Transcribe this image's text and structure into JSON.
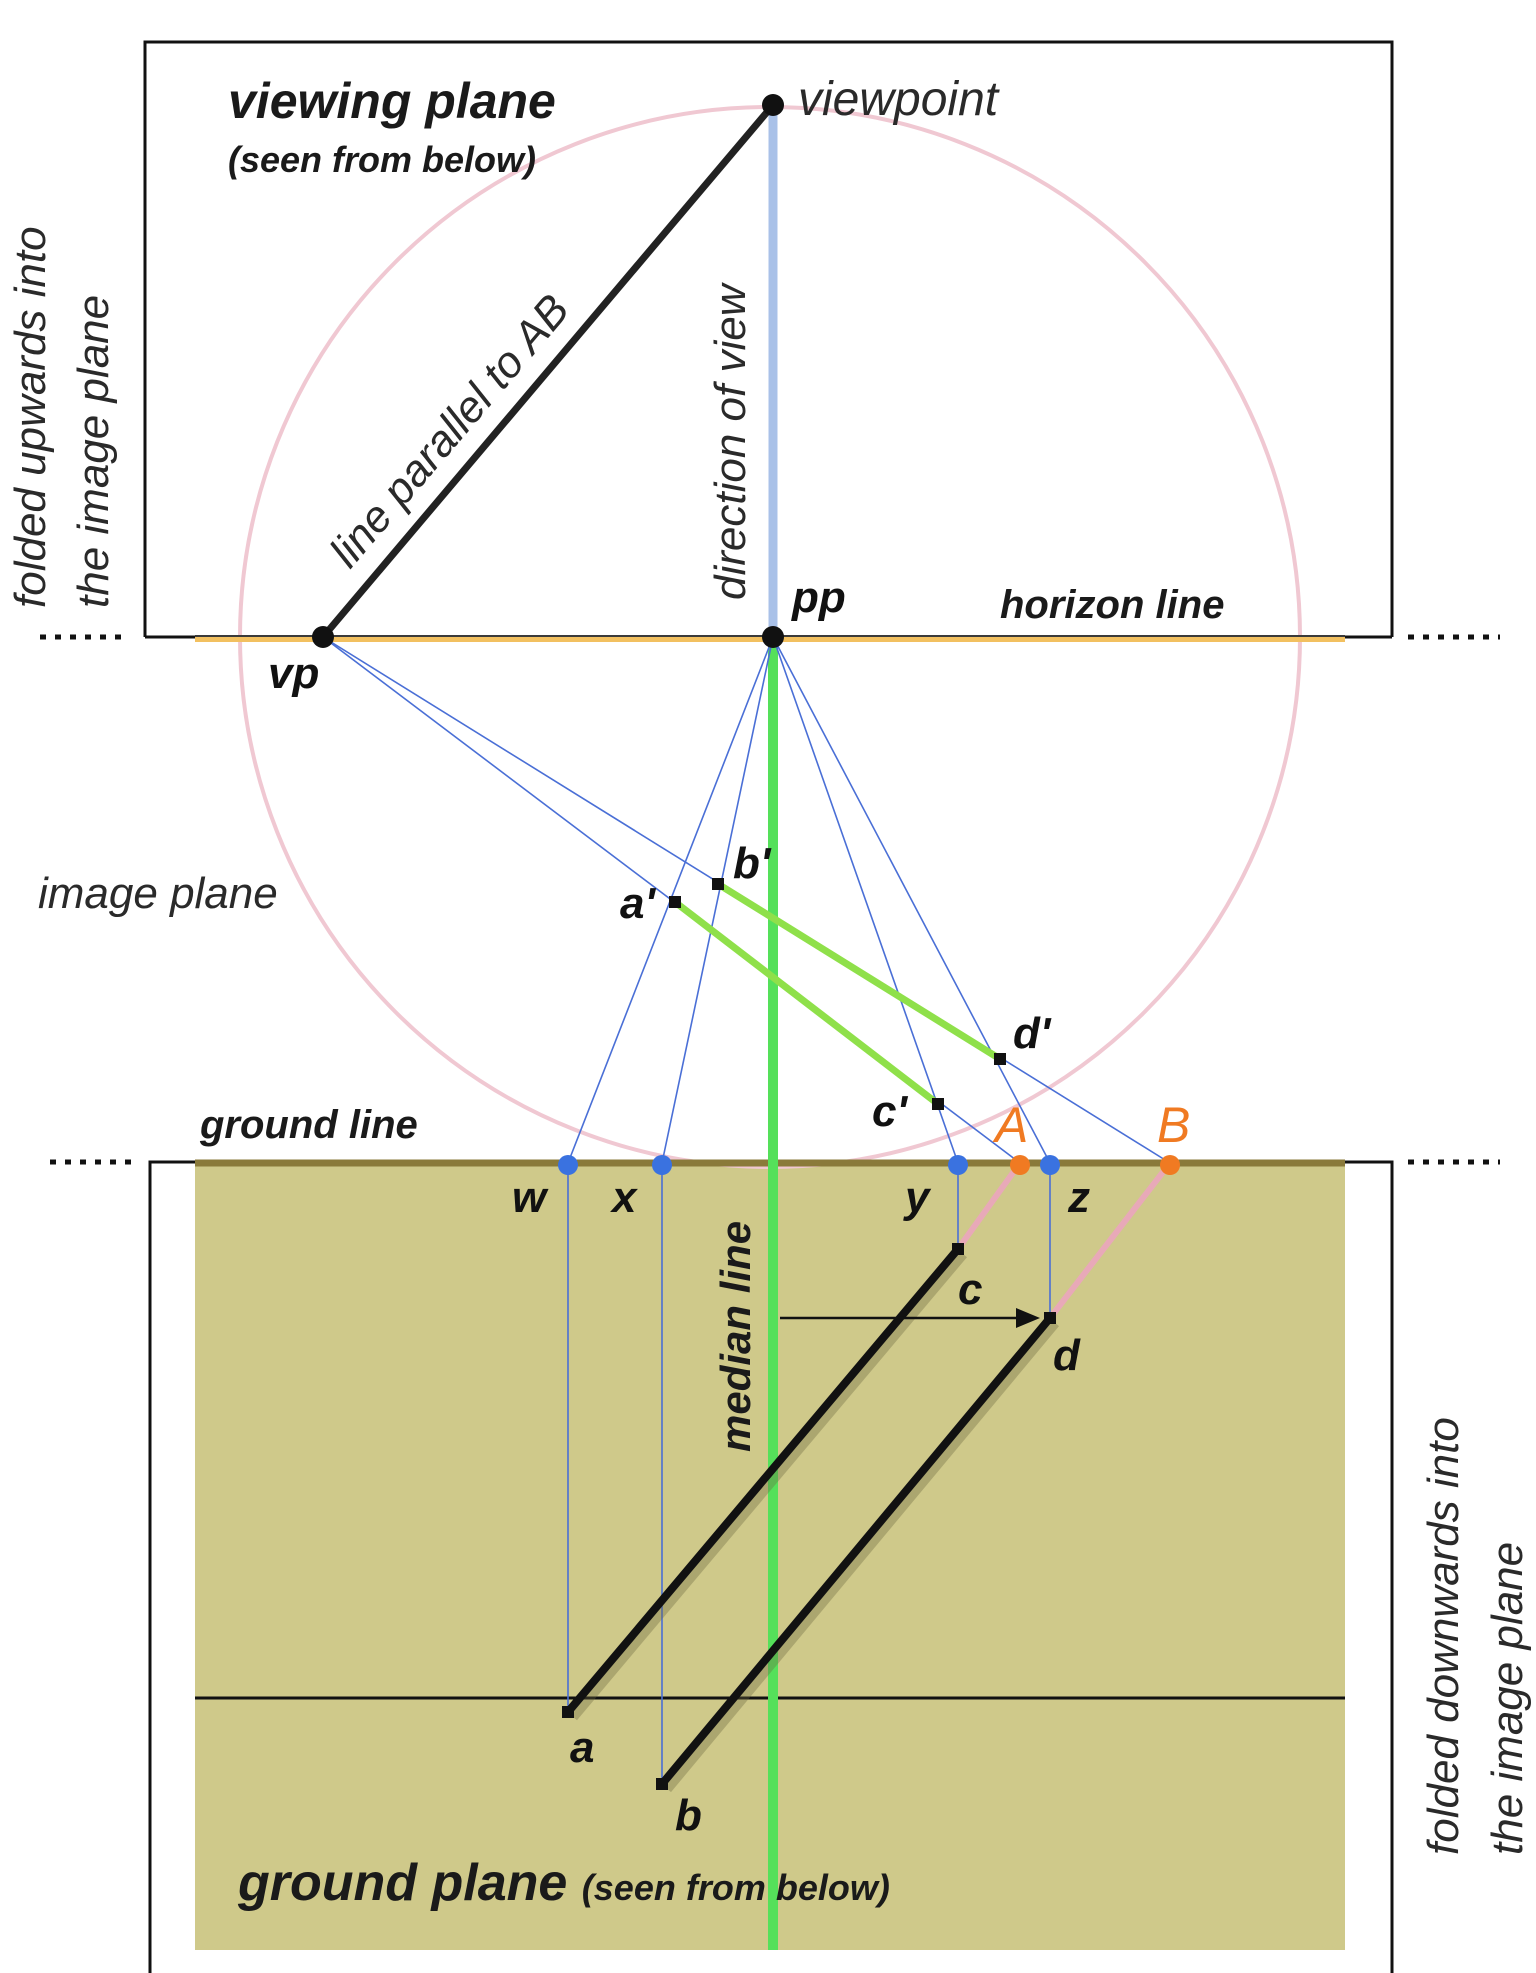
{
  "colors": {
    "ground_fill": "#cfc98a",
    "ground_edge": "#8a7a3a",
    "circle": "#f0c8d2",
    "axis_blue": "#a9c1e8",
    "median_green": "#55e05a",
    "green_line": "#8fe04a",
    "thin_blue": "#4a6fd6",
    "point_blue": "#3a72e0",
    "orange": "#f07a22",
    "horizon_orange": "#f2c060",
    "black": "#111111"
  },
  "labels": {
    "viewing_plane": "viewing plane",
    "seen_from_below_top": "(seen from below)",
    "viewpoint": "viewpoint",
    "line_parallel": "line parallel to AB",
    "direction_of_view": "direction of view",
    "pp": "pp",
    "horizon_line": "horizon line",
    "vp": "vp",
    "image_plane": "image plane",
    "ground_line": "ground line",
    "median_line": "median line",
    "ground_plane": "ground plane",
    "seen_from_below_bottom": "(seen from below)",
    "folded_up_1": "folded upwards into",
    "folded_up_2": "the image plane",
    "folded_down_1": "folded downwards into",
    "folded_down_2": "the image plane"
  },
  "points": {
    "a_prime": "a'",
    "b_prime": "b'",
    "c_prime": "c'",
    "d_prime": "d'",
    "A": "A",
    "B": "B",
    "w": "w",
    "x": "x",
    "y": "y",
    "z": "z",
    "a": "a",
    "b": "b",
    "c": "c",
    "d": "d"
  }
}
